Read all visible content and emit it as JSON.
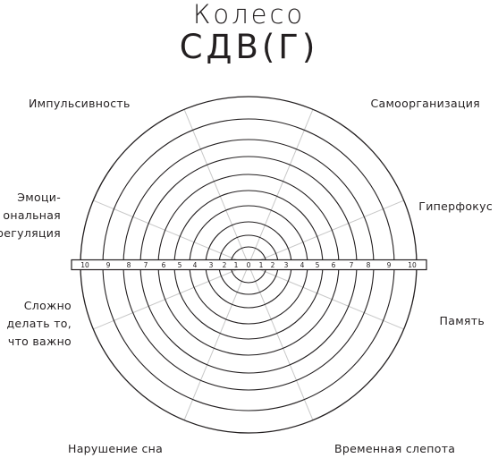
{
  "title": {
    "line1": "Колесо",
    "line2": "СДВ(Г)"
  },
  "labels": {
    "impulsivity": "Импульсивность",
    "self_organization": "Самоорганизация",
    "emotional_1": "Эмоци-",
    "emotional_2": "ональная",
    "emotional_3": "регуляция",
    "hyperfocus": "Гиперфокус",
    "hard_to_do_1": "Сложно",
    "hard_to_do_2": "делать то,",
    "hard_to_do_3": "что важно",
    "memory": "Память",
    "sleep": "Нарушение сна",
    "time_blindness": "Временная слепота"
  },
  "scale": {
    "left_ticks": [
      "10",
      "9",
      "8",
      "7",
      "6",
      "5",
      "4",
      "3",
      "2",
      "1"
    ],
    "center": "0",
    "right_ticks": [
      "1",
      "2",
      "3",
      "4",
      "5",
      "6",
      "7",
      "8",
      "9",
      "10"
    ]
  },
  "colors": {
    "ink": "#231f20",
    "spoke": "#c8c8c8"
  }
}
